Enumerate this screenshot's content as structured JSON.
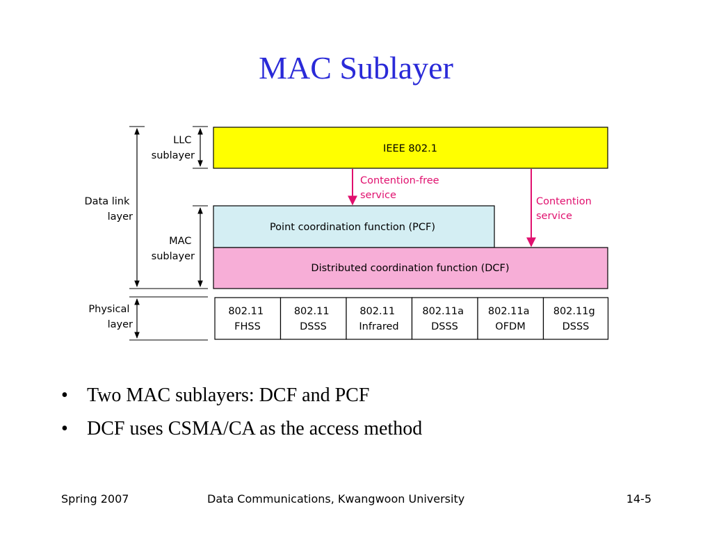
{
  "title": "MAC Sublayer",
  "diagram": {
    "left_labels": {
      "llc": [
        "LLC",
        "sublayer"
      ],
      "data_link": [
        "Data link",
        "layer"
      ],
      "mac": [
        "MAC",
        "sublayer"
      ],
      "physical": [
        "Physical",
        "layer"
      ]
    },
    "ieee_box": "IEEE 802.1",
    "contention_free": [
      "Contention-free",
      "service"
    ],
    "contention": [
      "Contention",
      "service"
    ],
    "pcf_box": "Point coordination function (PCF)",
    "dcf_box": "Distributed coordination function (DCF)",
    "physical_cells": [
      [
        "802.11",
        "FHSS"
      ],
      [
        "802.11",
        "DSSS"
      ],
      [
        "802.11",
        "Infrared"
      ],
      [
        "802.11a",
        "DSSS"
      ],
      [
        "802.11a",
        "OFDM"
      ],
      [
        "802.11g",
        "DSSS"
      ]
    ],
    "colors": {
      "ieee_fill": "#ffff00",
      "pcf_fill": "#d4eef3",
      "dcf_fill": "#f7aed7",
      "arrow": "#e0106e",
      "title": "#2a2ad8"
    }
  },
  "bullets": [
    "Two MAC sublayers: DCF and PCF",
    "DCF uses CSMA/CA as the access method"
  ],
  "footer": {
    "left": "Spring 2007",
    "center": "Data Communications, Kwangwoon University",
    "right": "14-5"
  }
}
